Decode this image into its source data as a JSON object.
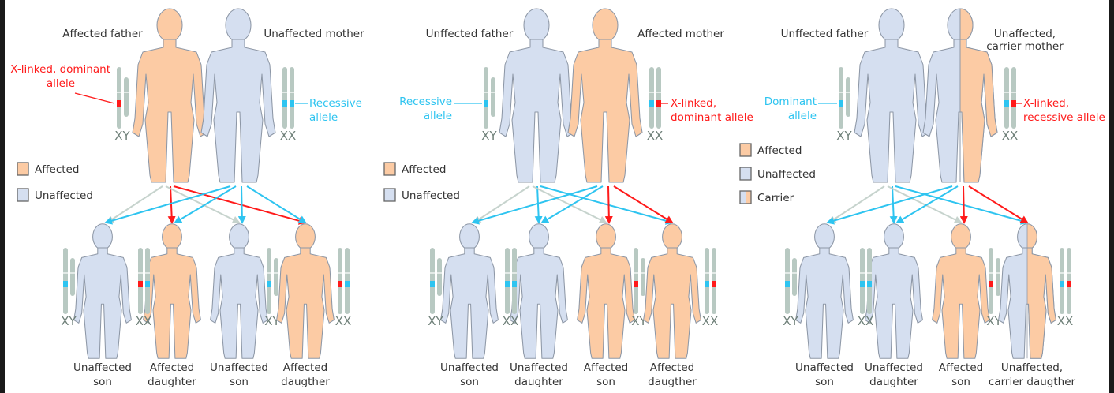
{
  "colors": {
    "affected": "#fccba4",
    "unaffected": "#d5dff0",
    "outline": "#8d97a6",
    "chromosome": "#b8c9c2",
    "dominant_red": "#ff1a1a",
    "recessive_cyan": "#2ec4f0",
    "y_gray": "#c6d3cd",
    "text": "#333333"
  },
  "panels": [
    {
      "father": {
        "label": [
          "Affected father"
        ],
        "status": "affected",
        "chromosomes": "XY",
        "alleles": [
          "red"
        ]
      },
      "mother": {
        "label": [
          "Unaffected mother"
        ],
        "status": "unaffected",
        "chromosomes": "XX",
        "alleles": [
          "cyan",
          "cyan"
        ]
      },
      "father_allele_label": {
        "lines": [
          "X-linked, dominant",
          "allele"
        ],
        "color": "red"
      },
      "mother_allele_label": {
        "lines": [
          "Recessive",
          "allele"
        ],
        "color": "cyan"
      },
      "legend": [
        {
          "label": "Affected",
          "status": "affected"
        },
        {
          "label": "Unaffected",
          "status": "unaffected"
        }
      ],
      "children": [
        {
          "label": [
            "Unaffected",
            "son"
          ],
          "status": "unaffected",
          "chromosomes": "XY",
          "alleles": [
            "cyan"
          ]
        },
        {
          "label": [
            "Affected",
            "daughter"
          ],
          "status": "affected",
          "chromosomes": "XX",
          "alleles": [
            "red",
            "cyan"
          ]
        },
        {
          "label": [
            "Unaffected",
            "son"
          ],
          "status": "unaffected",
          "chromosomes": "XY",
          "alleles": [
            "cyan"
          ]
        },
        {
          "label": [
            "Affected",
            "daugther"
          ],
          "status": "affected",
          "chromosomes": "XX",
          "alleles": [
            "red",
            "cyan"
          ]
        }
      ],
      "father_arrows": [
        "gray",
        "red",
        "gray",
        "red"
      ],
      "mother_arrows": [
        "cyan",
        "cyan",
        "cyan",
        "cyan"
      ]
    },
    {
      "father": {
        "label": [
          "Unffected father"
        ],
        "status": "unaffected",
        "chromosomes": "XY",
        "alleles": [
          "cyan"
        ]
      },
      "mother": {
        "label": [
          "Affected mother"
        ],
        "status": "affected",
        "chromosomes": "XX",
        "alleles": [
          "cyan",
          "red"
        ]
      },
      "father_allele_label": {
        "lines": [
          "Recessive",
          "allele"
        ],
        "color": "cyan"
      },
      "mother_allele_label": {
        "lines": [
          "X-linked,",
          "dominant allele"
        ],
        "color": "red"
      },
      "legend": [
        {
          "label": "Affected",
          "status": "affected"
        },
        {
          "label": "Unaffected",
          "status": "unaffected"
        }
      ],
      "children": [
        {
          "label": [
            "Unaffected",
            "son"
          ],
          "status": "unaffected",
          "chromosomes": "XY",
          "alleles": [
            "cyan"
          ]
        },
        {
          "label": [
            "Unaffected",
            "daughter"
          ],
          "status": "unaffected",
          "chromosomes": "XX",
          "alleles": [
            "cyan",
            "cyan"
          ]
        },
        {
          "label": [
            "Affected",
            "son"
          ],
          "status": "affected",
          "chromosomes": "XY",
          "alleles": [
            "red"
          ]
        },
        {
          "label": [
            "Affected",
            "daugther"
          ],
          "status": "affected",
          "chromosomes": "XX",
          "alleles": [
            "cyan",
            "red"
          ]
        }
      ],
      "father_arrows": [
        "gray",
        "cyan",
        "gray",
        "cyan"
      ],
      "mother_arrows": [
        "cyan",
        "cyan",
        "red",
        "red"
      ]
    },
    {
      "father": {
        "label": [
          "Unffected father"
        ],
        "status": "unaffected",
        "chromosomes": "XY",
        "alleles": [
          "cyan"
        ]
      },
      "mother": {
        "label": [
          "Unaffected,",
          "carrier mother"
        ],
        "status": "carrier",
        "chromosomes": "XX",
        "alleles": [
          "cyan",
          "red"
        ]
      },
      "father_allele_label": {
        "lines": [
          "Dominant",
          "allele"
        ],
        "color": "cyan"
      },
      "mother_allele_label": {
        "lines": [
          "X-linked,",
          "recessive allele"
        ],
        "color": "red"
      },
      "legend": [
        {
          "label": "Affected",
          "status": "affected"
        },
        {
          "label": "Unaffected",
          "status": "unaffected"
        },
        {
          "label": "Carrier",
          "status": "carrier"
        }
      ],
      "children": [
        {
          "label": [
            "Unaffected",
            "son"
          ],
          "status": "unaffected",
          "chromosomes": "XY",
          "alleles": [
            "cyan"
          ]
        },
        {
          "label": [
            "Unaffected",
            "daughter"
          ],
          "status": "unaffected",
          "chromosomes": "XX",
          "alleles": [
            "cyan",
            "cyan"
          ]
        },
        {
          "label": [
            "Affected",
            "son"
          ],
          "status": "affected",
          "chromosomes": "XY",
          "alleles": [
            "red"
          ]
        },
        {
          "label": [
            "Unaffected,",
            "carrier daugther"
          ],
          "status": "carrier",
          "chromosomes": "XX",
          "alleles": [
            "cyan",
            "red"
          ]
        }
      ],
      "father_arrows": [
        "gray",
        "cyan",
        "gray",
        "cyan"
      ],
      "mother_arrows": [
        "cyan",
        "cyan",
        "red",
        "red"
      ]
    }
  ]
}
